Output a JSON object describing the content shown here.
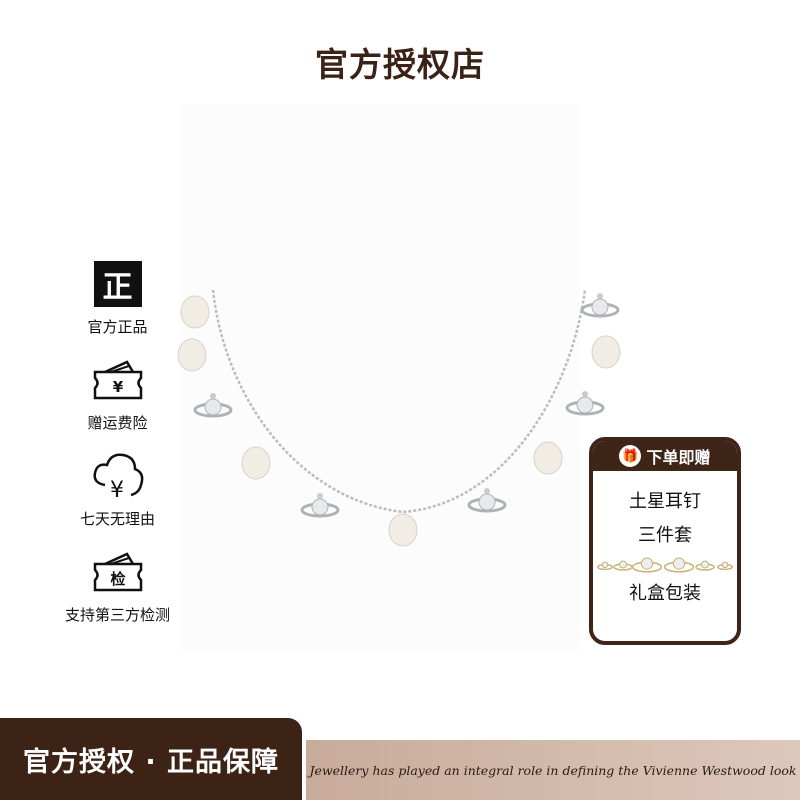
{
  "header": {
    "title": "官方授权店"
  },
  "badges": [
    {
      "icon": "zheng-icon",
      "glyph": "正",
      "label": "官方正品"
    },
    {
      "icon": "ticket-yen-icon",
      "glyph": "¥",
      "label": "赠运费险"
    },
    {
      "icon": "cloud-yen-icon",
      "glyph": "¥",
      "label": "七天无理由"
    },
    {
      "icon": "ticket-inspect-icon",
      "glyph": "检",
      "label": "支持第三方检测"
    }
  ],
  "gift": {
    "header": "下单即赠",
    "line1": "土星耳钉",
    "line2": "三件套",
    "line3": "礼盒包装"
  },
  "footer": {
    "left": "官方授权 · 正品保障",
    "script": "Jewellery has played an integral role in defining the Vivienne Westwood look"
  },
  "colors": {
    "brand_brown": "#3d2216",
    "beige": "#d0b5a5"
  }
}
